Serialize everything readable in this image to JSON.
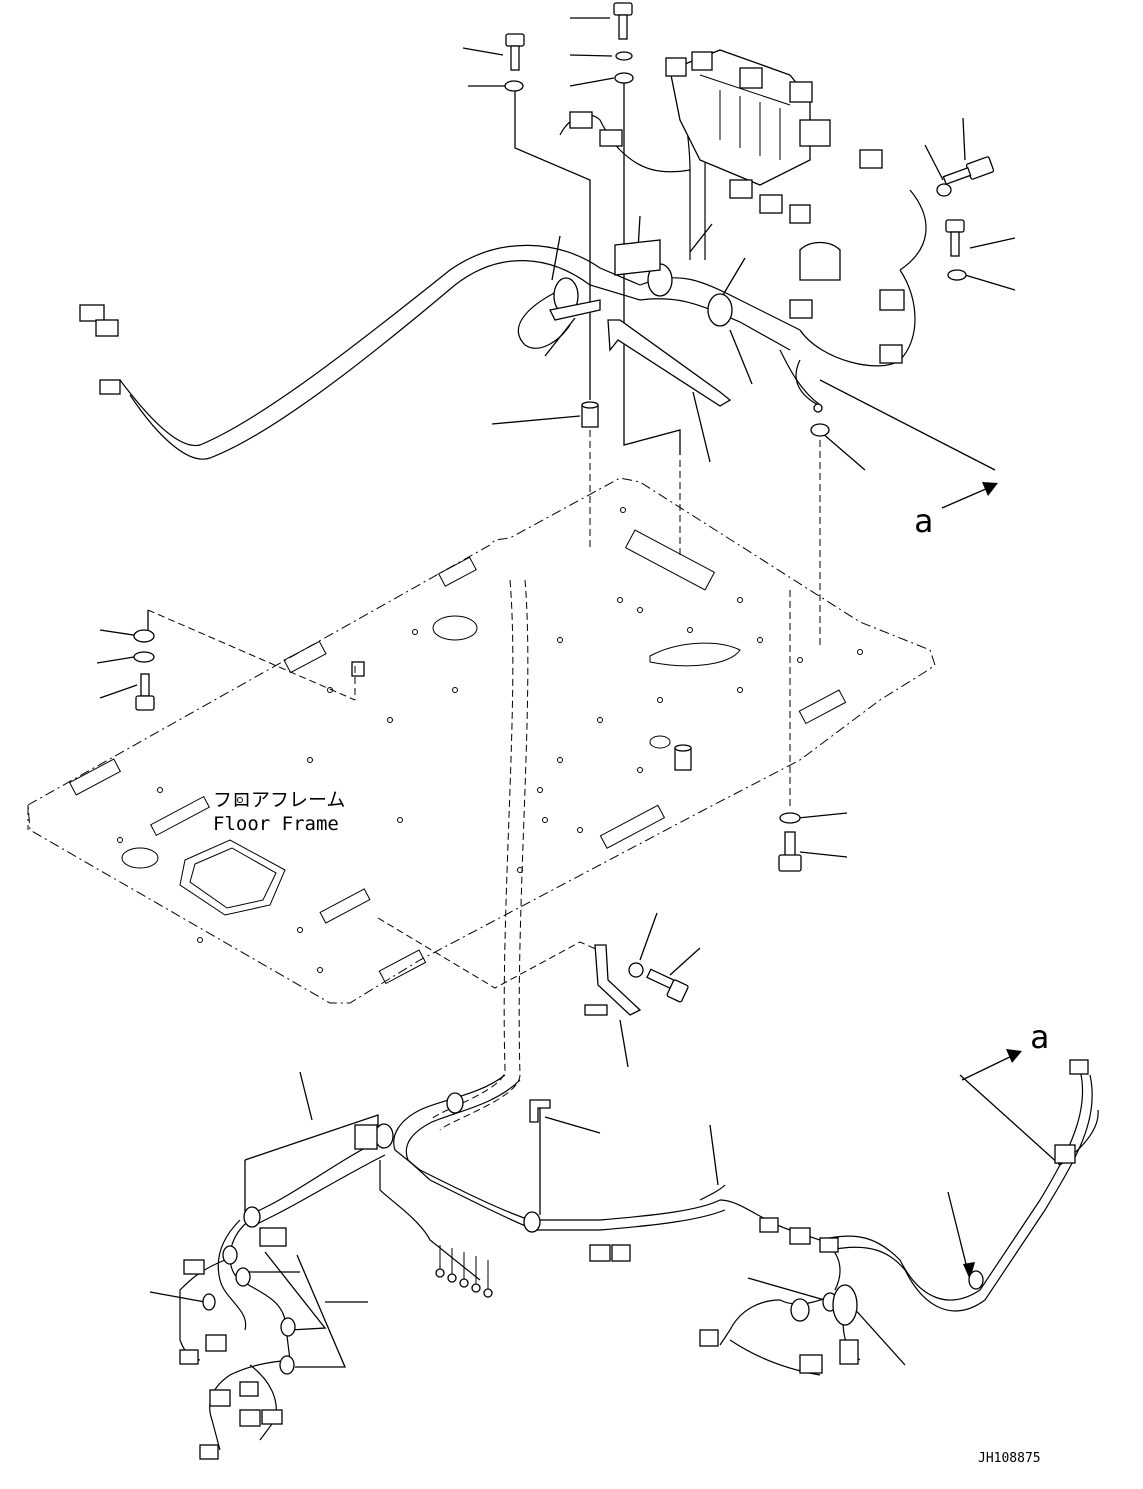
{
  "floor_label": {
    "jp": "フロアフレーム",
    "en": "Floor Frame"
  },
  "view_marks": {
    "upper": "a",
    "lower": "a"
  },
  "drawing_id": "JH108875"
}
